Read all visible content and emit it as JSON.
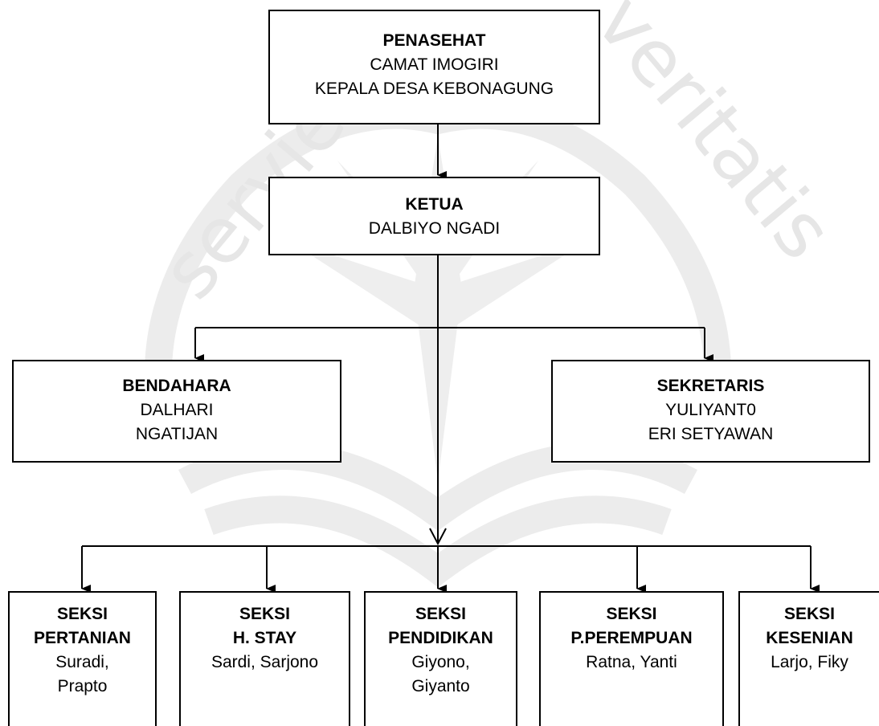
{
  "watermark": {
    "left_text": "serviens",
    "right_text": "veritatis"
  },
  "penasehat": {
    "title": "PENASEHAT",
    "lines": [
      "CAMAT IMOGIRI",
      "KEPALA DESA KEBONAGUNG"
    ]
  },
  "ketua": {
    "title": "KETUA",
    "lines": [
      "DALBIYO NGADI"
    ]
  },
  "bendahara": {
    "title": "BENDAHARA",
    "lines": [
      "DALHARI",
      "NGATIJAN"
    ]
  },
  "sekretaris": {
    "title": "SEKRETARIS",
    "lines": [
      "YULIYANT0",
      "ERI SETYAWAN"
    ]
  },
  "sections": [
    {
      "title1": "SEKSI",
      "title2": "PERTANIAN",
      "lines": [
        "Suradi,",
        "Prapto"
      ]
    },
    {
      "title1": "SEKSI",
      "title2": "H. STAY",
      "lines": [
        "Sardi, Sarjono"
      ]
    },
    {
      "title1": "SEKSI",
      "title2": "PENDIDIKAN",
      "lines": [
        "Giyono,",
        "Giyanto"
      ]
    },
    {
      "title1": "SEKSI",
      "title2": "P.PEREMPUAN",
      "lines": [
        "Ratna, Yanti"
      ]
    },
    {
      "title1": "SEKSI",
      "title2": "KESENIAN",
      "lines": [
        "Larjo, Fiky"
      ]
    }
  ],
  "colors": {
    "line": "#000000",
    "watermark": "#e6e6e6"
  }
}
